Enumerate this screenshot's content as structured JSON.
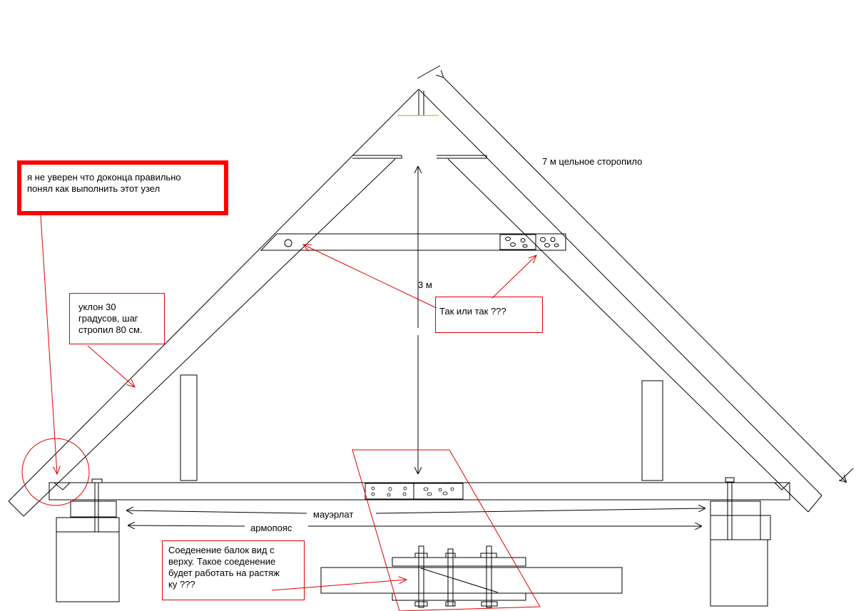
{
  "notes": {
    "uncertain": "я не уверен что доконца правильно\nпонял как выполнить этот узел",
    "slope": "уклон 30\nградусов, шаг\nстропил 80 см.",
    "question": "Так или так ???",
    "joint": "Соеденение балок вид с\nверху. Такое соеденение\nбудет работать на растяж\nку ???"
  },
  "labels": {
    "rafter_length": "7 м цельное сторопило",
    "height": "3 м",
    "mauerlat": "мауэрлат",
    "armopoyas": "армопояс"
  },
  "colors": {
    "line": "#000000",
    "annotation": "#e00000",
    "highlight": "#ff0000"
  }
}
